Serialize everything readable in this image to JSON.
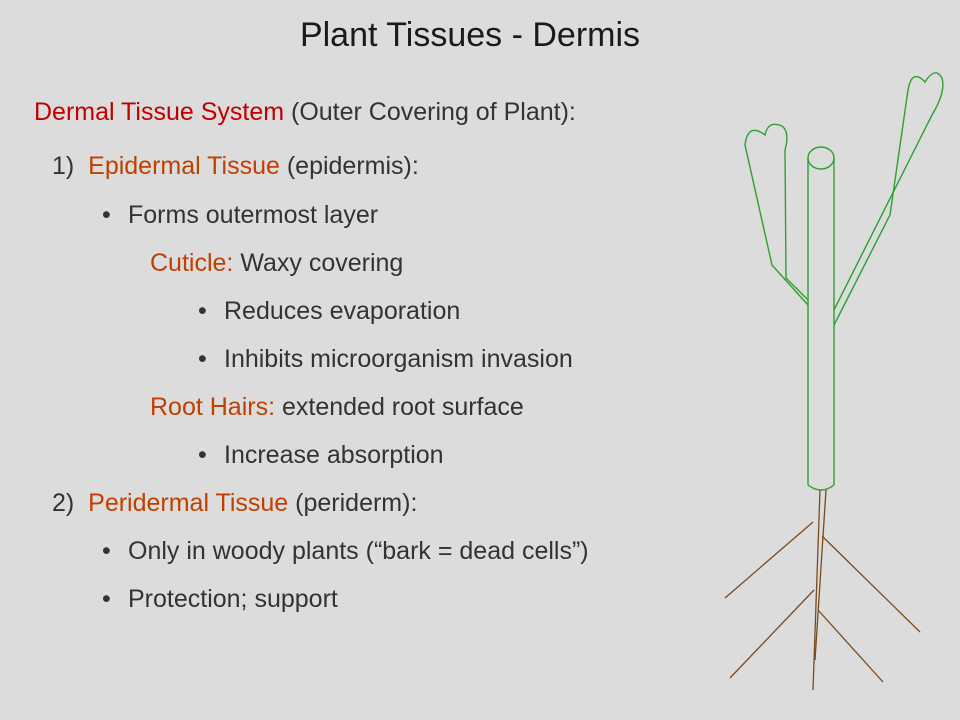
{
  "title": "Plant Tissues - Dermis",
  "colors": {
    "heading_red": "#c00000",
    "term_orange": "#c04000",
    "stem_green": "#2ea02e",
    "root_brown": "#7a4a1e",
    "background": "#dcdcdc"
  },
  "heading": {
    "term": "Dermal Tissue System",
    "rest": " (Outer Covering of Plant):"
  },
  "epidermal": {
    "number": "1)",
    "term": "Epidermal Tissue",
    "rest": " (epidermis):",
    "bullet1": "Forms outermost layer",
    "cuticle_term": "Cuticle:",
    "cuticle_rest": "  Waxy covering",
    "cuticle_bullet1": "Reduces evaporation",
    "cuticle_bullet2": "Inhibits microorganism invasion",
    "roothairs_term": "Root Hairs:",
    "roothairs_rest": "  extended root surface",
    "roothairs_bullet1": "Increase absorption"
  },
  "peridermal": {
    "number": "2)",
    "term": "Peridermal Tissue",
    "rest": " (periderm):",
    "bullet1": "Only in woody plants (“bark = dead cells”)",
    "bullet2": "Protection; support"
  },
  "bullet_char": "•"
}
